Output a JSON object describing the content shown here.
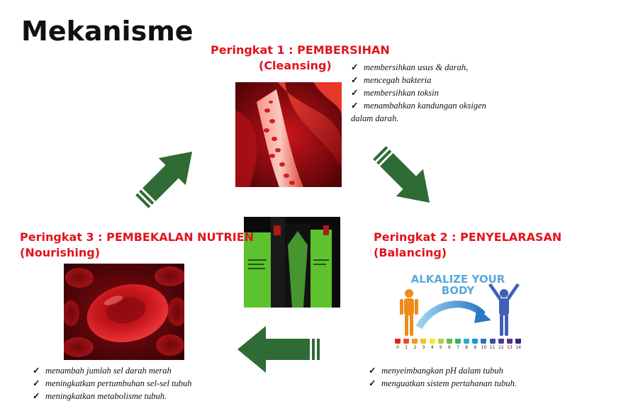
{
  "title": "Mekanisme",
  "stage1": {
    "title_line1": "Peringkat 1 : PEMBERSIHAN",
    "title_line2": "(Cleansing)",
    "items": [
      "membersihkan usus & darah,",
      "mencegah bakteria",
      "membersihkan toksin",
      "menambahkan kandungan oksigen"
    ],
    "continuation": "dalam darah."
  },
  "stage2": {
    "title_line1": "Peringkat 2 : PENYELARASAN",
    "title_line2": "(Balancing)",
    "items": [
      "menyeimbangkan pH dalam tubuh",
      "menguatkan sistem pertahanan tubuh."
    ],
    "image_heading_line1": "ALKALIZE YOUR",
    "image_heading_line2": "BODY",
    "ph_scale": [
      "0",
      "1",
      "2",
      "3",
      "4",
      "5",
      "6",
      "7",
      "8",
      "9",
      "10",
      "11",
      "12",
      "13",
      "14"
    ],
    "ph_colors": [
      "#e2231a",
      "#ee4b2b",
      "#f7941d",
      "#f9c21b",
      "#f6eb14",
      "#b2d235",
      "#5bbf4c",
      "#2bb673",
      "#1fb5c8",
      "#0f9bd7",
      "#2e6fb7",
      "#3a4fa2",
      "#4b3a93",
      "#5a2d86",
      "#3d2470"
    ]
  },
  "stage3": {
    "title_line1": "Peringkat 3 : PEMBEKALAN NUTRIEN",
    "title_line2": "(Nourishing)",
    "items": [
      "menambah jumlah sel darah merah",
      "meningkatkan pertumbuhan sel-sel tubuh",
      "meningkatkan metabolisme tubuh."
    ]
  },
  "colors": {
    "stage_title": "#e0141c",
    "arrow": "#2e6b35",
    "product_green": "#5cc22e"
  },
  "icons": [
    "checkmark-icon",
    "cycle-arrow-icon"
  ]
}
